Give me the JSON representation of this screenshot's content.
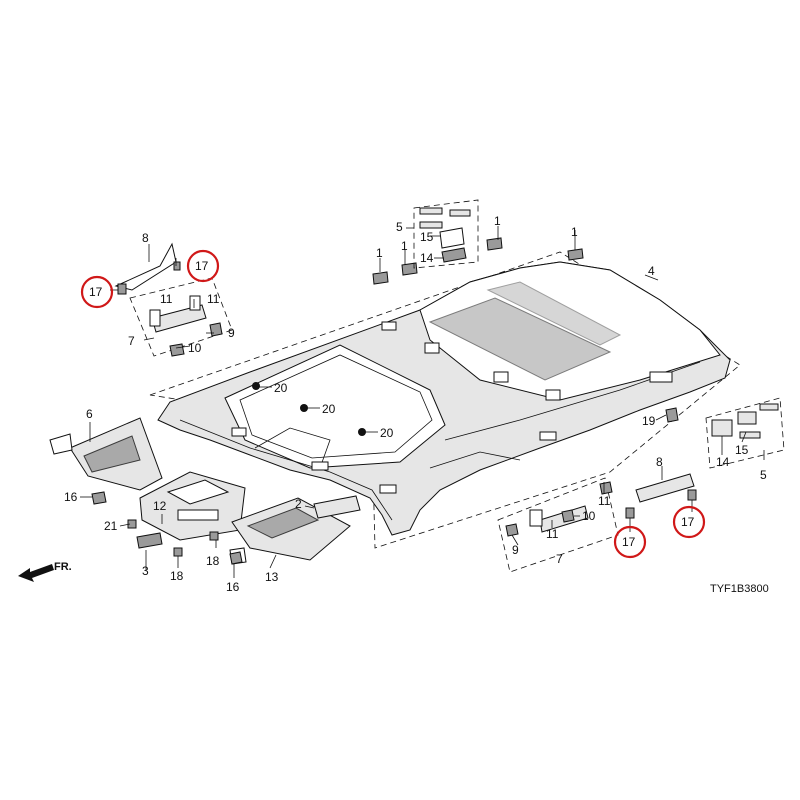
{
  "diagram": {
    "code": "TYF1B3800",
    "front_indicator": "FR.",
    "highlight_color": "#d01818",
    "callouts": [
      {
        "id": "c1a",
        "text": "1"
      },
      {
        "id": "c1b",
        "text": "1"
      },
      {
        "id": "c1c",
        "text": "1"
      },
      {
        "id": "c1d",
        "text": "1"
      },
      {
        "id": "c2",
        "text": "2"
      },
      {
        "id": "c3",
        "text": "3"
      },
      {
        "id": "c4",
        "text": "4"
      },
      {
        "id": "c5a",
        "text": "5"
      },
      {
        "id": "c5b",
        "text": "5"
      },
      {
        "id": "c6",
        "text": "6"
      },
      {
        "id": "c7a",
        "text": "7"
      },
      {
        "id": "c7b",
        "text": "7"
      },
      {
        "id": "c8a",
        "text": "8"
      },
      {
        "id": "c8b",
        "text": "8"
      },
      {
        "id": "c9a",
        "text": "9"
      },
      {
        "id": "c9b",
        "text": "9"
      },
      {
        "id": "c10a",
        "text": "10"
      },
      {
        "id": "c10b",
        "text": "10"
      },
      {
        "id": "c11a",
        "text": "11"
      },
      {
        "id": "c11b",
        "text": "11"
      },
      {
        "id": "c11c",
        "text": "11"
      },
      {
        "id": "c11d",
        "text": "11"
      },
      {
        "id": "c12",
        "text": "12"
      },
      {
        "id": "c13",
        "text": "13"
      },
      {
        "id": "c14a",
        "text": "14"
      },
      {
        "id": "c14b",
        "text": "14"
      },
      {
        "id": "c15a",
        "text": "15"
      },
      {
        "id": "c15b",
        "text": "15"
      },
      {
        "id": "c16a",
        "text": "16"
      },
      {
        "id": "c16b",
        "text": "16"
      },
      {
        "id": "c17a",
        "text": "17"
      },
      {
        "id": "c17b",
        "text": "17"
      },
      {
        "id": "c17c",
        "text": "17"
      },
      {
        "id": "c17d",
        "text": "17"
      },
      {
        "id": "c18a",
        "text": "18"
      },
      {
        "id": "c18b",
        "text": "18"
      },
      {
        "id": "c19",
        "text": "19"
      },
      {
        "id": "c20a",
        "text": "20"
      },
      {
        "id": "c20b",
        "text": "20"
      },
      {
        "id": "c20c",
        "text": "20"
      },
      {
        "id": "c21",
        "text": "21"
      }
    ]
  }
}
